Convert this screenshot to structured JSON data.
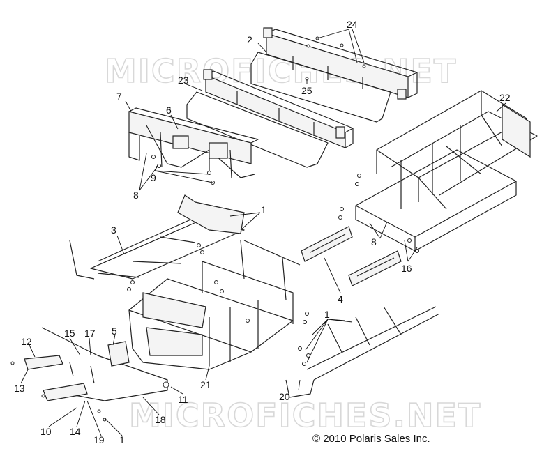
{
  "watermark": "MICROFICHES.NET",
  "copyright": "© 2010 Polaris Sales Inc.",
  "callouts": [
    "24",
    "2",
    "25",
    "23",
    "7",
    "6",
    "9",
    "8",
    "22",
    "1",
    "3",
    "8",
    "16",
    "4",
    "1",
    "5",
    "15",
    "17",
    "12",
    "13",
    "10",
    "14",
    "19",
    "1",
    "18",
    "11",
    "21",
    "20"
  ],
  "colors": {
    "line": "#222222",
    "watermark": "#d8d8d8",
    "background": "#ffffff"
  }
}
